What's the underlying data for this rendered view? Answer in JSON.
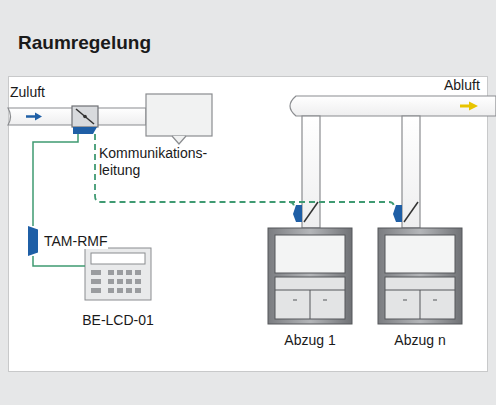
{
  "diagram": {
    "title": "Raumregelung",
    "nodes": [
      {
        "text": [
          "TAM-RMF"
        ]
      },
      {
        "text": [
          "BE-LCD-01"
        ]
      },
      {
        "text": [
          "Abzug 1"
        ]
      },
      {
        "text": [
          "Abzug n"
        ]
      }
    ],
    "edges": [
      {
        "from": 0,
        "to": 1,
        "arrow": "none"
      }
    ],
    "labels": [
      "Zuluft",
      "Abluft",
      "Kommunikations- leitung"
    ]
  }
}
